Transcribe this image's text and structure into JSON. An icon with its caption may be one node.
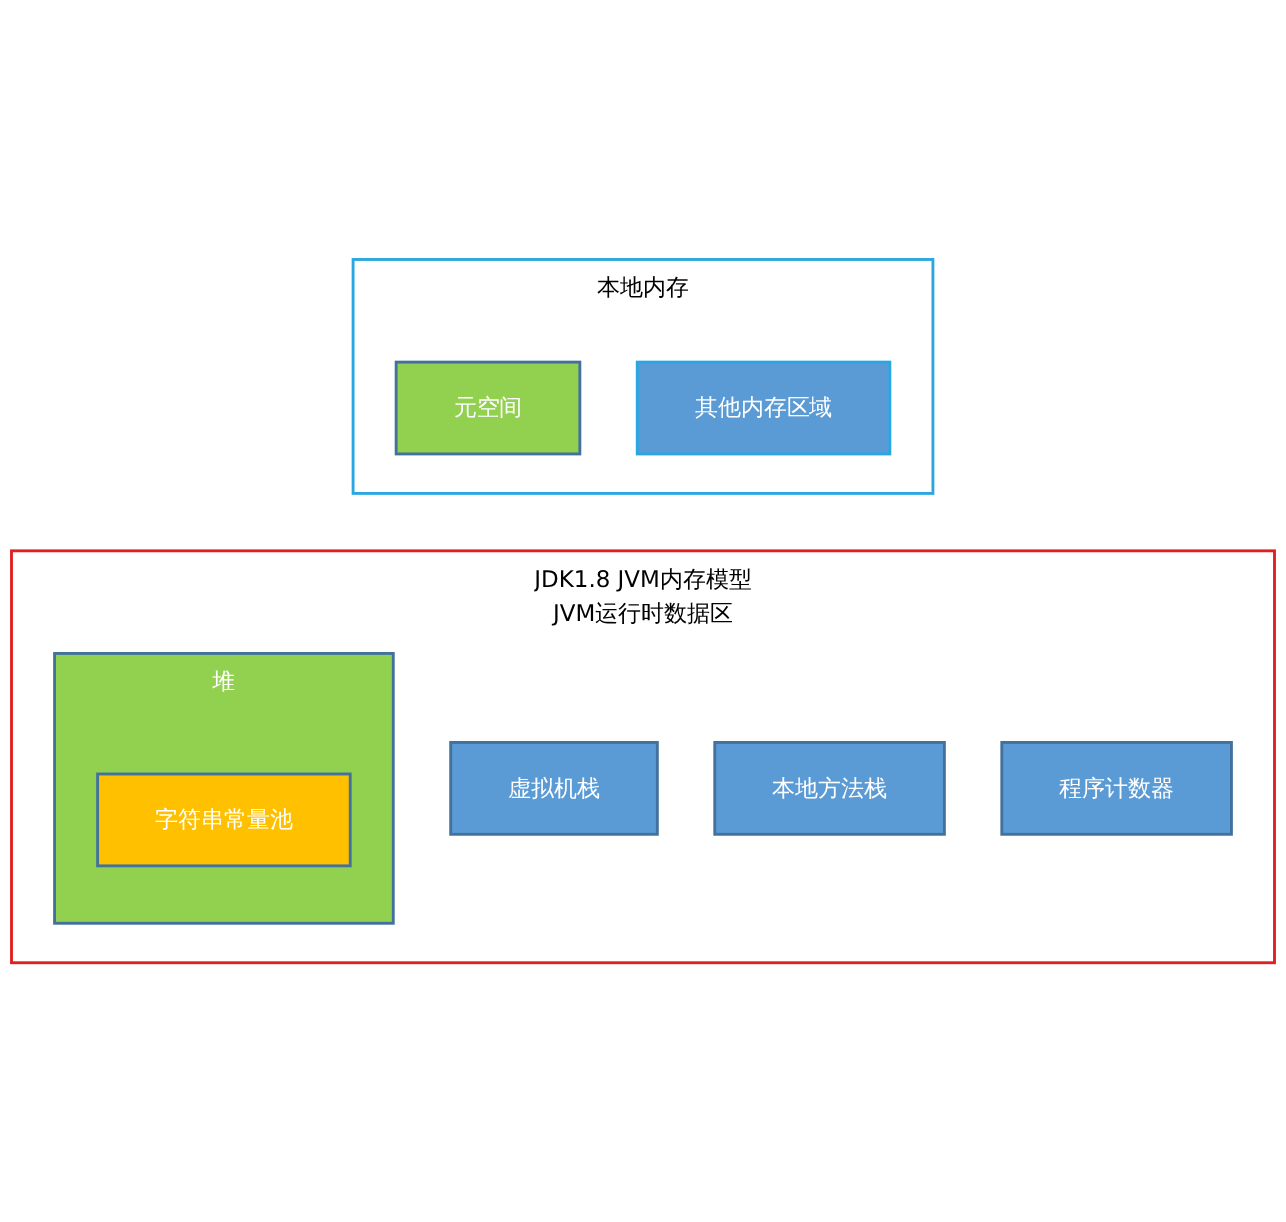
{
  "diagram": {
    "nodes": [
      {
        "text": [
          "JDK1.8 JVM内存模型",
          "JVM运行时数据区"
        ]
      },
      {
        "text": [
          "堆"
        ],
        "in": 0
      },
      {
        "text": [
          "字符串常量池"
        ],
        "in": 1
      },
      {
        "text": [
          "虚拟机栈"
        ],
        "in": 0
      },
      {
        "text": [
          "本地方法栈"
        ],
        "in": 0
      },
      {
        "text": [
          "程序计数器"
        ],
        "in": 0
      },
      {
        "text": [
          "本地内存"
        ]
      },
      {
        "text": [
          "元空间"
        ],
        "in": 6
      },
      {
        "text": [
          "其他内存区域"
        ],
        "in": 6
      }
    ]
  }
}
